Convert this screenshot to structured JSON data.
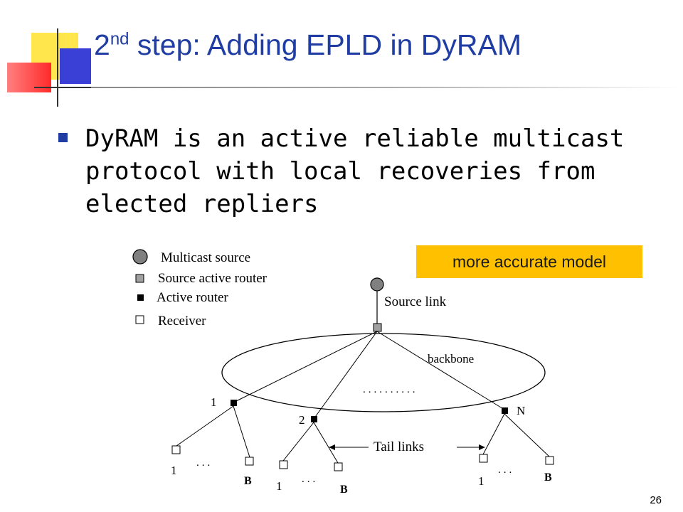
{
  "slide": {
    "title_main": "2",
    "title_sup": "nd",
    "title_rest": " step: Adding EPLD in DyRAM",
    "bullet": "DyRAM is an active reliable multicast protocol with local recoveries from elected repliers",
    "callout": "more accurate model",
    "number": "26"
  },
  "diagram": {
    "legend": {
      "multicast_source": "Multicast source",
      "source_active_router": "Source active router",
      "active_router": "Active router",
      "receiver": "Receiver"
    },
    "labels": {
      "source_link": "Source link",
      "backbone": "backbone",
      "tail_links": "Tail links",
      "backbone_dots": "..........",
      "router_1": "1",
      "router_2": "2",
      "router_n": "N",
      "r1_left": "1",
      "r1_right": "B",
      "r2_left": "1",
      "r2_right": "B",
      "rn_left": "1",
      "rn_right": "B",
      "ellipsis": "..."
    },
    "colors": {
      "source_fill": "#808080",
      "active_router_fill": "#000000",
      "source_router_fill": "#a0a0a0"
    }
  }
}
